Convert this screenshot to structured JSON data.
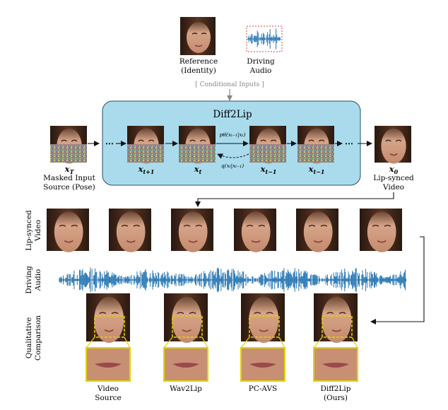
{
  "top": {
    "reference_label_1": "Reference",
    "reference_label_2": "(Identity)",
    "audio_label_1": "Driving",
    "audio_label_2": "Audio",
    "conditional_inputs": "[ Conditional Inputs ]"
  },
  "model": {
    "title": "Diff2Lip",
    "forward_label": "pθ(xₜ₋₁|xₜ)",
    "reverse_label": "q(xₜ|xₜ₋₁)",
    "frames": [
      {
        "label": "x",
        "sub": "T"
      },
      {
        "label": "x",
        "sub": "t+1"
      },
      {
        "label": "x",
        "sub": "t"
      },
      {
        "label": "x",
        "sub": "t−1"
      },
      {
        "label": "x",
        "sub": "t−1"
      },
      {
        "label": "x",
        "sub": "0"
      }
    ],
    "input_caption_1": "Masked Input",
    "input_caption_2": "Source (Pose)",
    "output_caption_1": "Lip-synced",
    "output_caption_2": "Video"
  },
  "rows": {
    "video_label_1": "Lip-synced",
    "video_label_2": "Video",
    "audio_label_1": "Driving",
    "audio_label_2": "Audio",
    "qual_label_1": "Qualitative",
    "qual_label_2": "Comparison"
  },
  "comparison": [
    {
      "line1": "Video",
      "line2": "Source"
    },
    {
      "line1": "Wav2Lip",
      "line2": ""
    },
    {
      "line1": "PC-AVS",
      "line2": ""
    },
    {
      "line1": "Diff2Lip",
      "line2": "(Ours)"
    }
  ],
  "colors": {
    "box_fill": "#a9dbed",
    "box_stroke": "#2c4f66",
    "waveform": "#2a78b4",
    "highlight": "#e4d400",
    "audio_border": "#e04040"
  }
}
